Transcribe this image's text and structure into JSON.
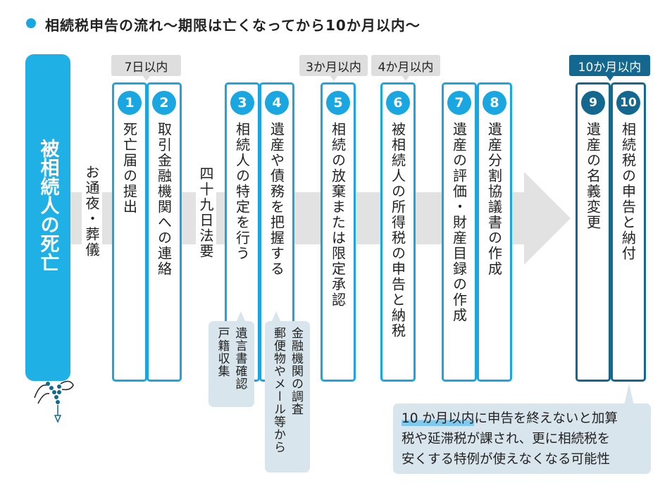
{
  "title": "相続税申告の流れ〜期限は亡くなってから10か月以内〜",
  "colors": {
    "accent": "#1aa6e0",
    "dark": "#14688f",
    "band": "#e2e2e2",
    "callout": "#d9e5ec"
  },
  "death_label": "被相続人の死亡",
  "events": {
    "wake_funeral": "お通夜・葬儀",
    "memorial_49": "四十九日法要"
  },
  "deadlines": {
    "d7": "7日以内",
    "m3": "3か月以内",
    "m4": "4か月以内",
    "m10": "10か月以内"
  },
  "steps": [
    {
      "num": "1",
      "label": "死亡届の提出"
    },
    {
      "num": "2",
      "label": "取引金融機関への連絡"
    },
    {
      "num": "3",
      "label": "相続人の特定を行う"
    },
    {
      "num": "4",
      "label": "遺産や債務を把握する"
    },
    {
      "num": "5",
      "label": "相続の放棄または限定承認"
    },
    {
      "num": "6",
      "label": "被相続人の所得税の申告と納税"
    },
    {
      "num": "7",
      "label": "遺産の評価・財産目録の作成"
    },
    {
      "num": "8",
      "label": "遺産分割協議書の作成"
    },
    {
      "num": "9",
      "label": "遺産の名義変更"
    },
    {
      "num": "10",
      "label": "相続税の申告と納付"
    }
  ],
  "callouts": {
    "heirs": [
      "戸籍収集",
      "遺言書確認"
    ],
    "assets": [
      "郵便物やメール等から",
      "金融機関の調査"
    ],
    "note_highlight": "10 か月以内",
    "note_line1_rest": "に申告を終えないと加算",
    "note_line2": "税や延滞税が課され、更に相続税を",
    "note_line3": "安くする特例が使えなくなる可能性"
  },
  "icons": {
    "beads": "prayer-beads-hands-icon"
  }
}
